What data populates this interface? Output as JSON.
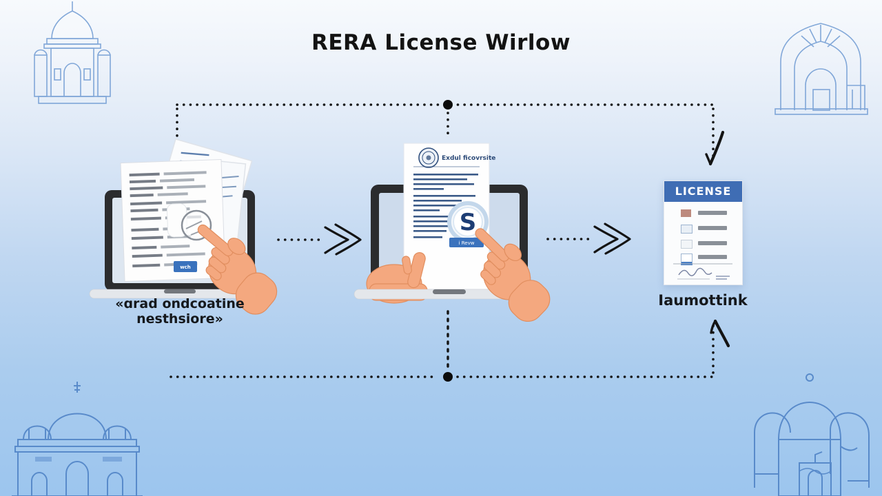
{
  "title": "RERA License Wirlow",
  "workflow": {
    "steps": [
      {
        "id": "scan-documents",
        "caption": "«ɑrad ondcoatine nesthsiore»",
        "button_label": "wch"
      },
      {
        "id": "submit-online",
        "doc_title": "Exdul ficovrsite",
        "stamp_letter": "S",
        "button_label": "i Revw"
      },
      {
        "id": "receive-license",
        "card_header": "LICENSE",
        "caption": "Iaumottink"
      }
    ]
  },
  "colors": {
    "background_top": "#f6f9fd",
    "background_bottom": "#9cc5ee",
    "accent_blue": "#3f6db4",
    "connector_black": "#141414",
    "sketch_blue": "#5d8ecd",
    "skin_tone": "#f4a87f",
    "laptop_frame": "#2b2c2e"
  }
}
